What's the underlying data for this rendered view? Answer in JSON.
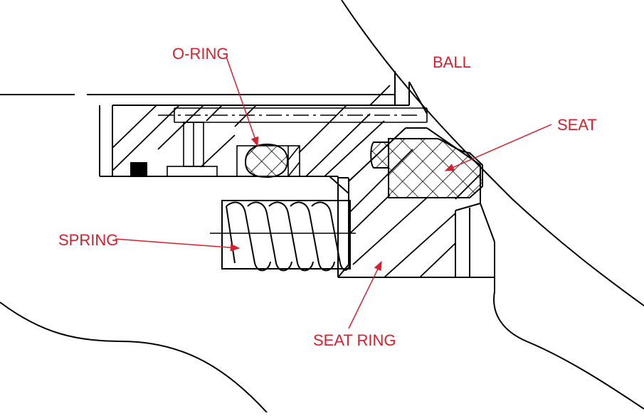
{
  "labels": {
    "ball": "BALL",
    "o_ring": "O-RING",
    "seat": "SEAT",
    "spring": "SPRING",
    "seat_ring": "SEAT RING"
  },
  "colors": {
    "label": "#d4202f",
    "line": "#000000",
    "background": "#ffffff"
  }
}
